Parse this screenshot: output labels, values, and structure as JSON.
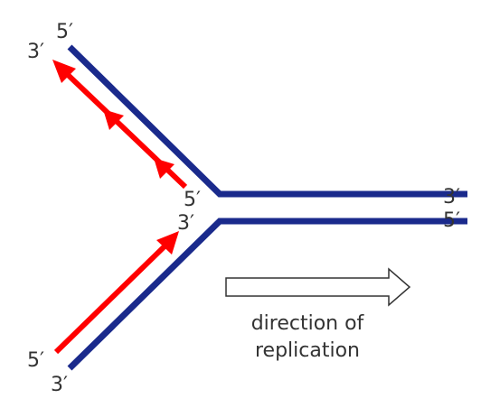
{
  "colors": {
    "template_strand": "#1a2a8c",
    "new_strand": "#ff0000",
    "text": "#333333",
    "arrow_outline": "#333333"
  },
  "labels": {
    "top_left_5": "5′",
    "top_left_3": "3′",
    "fork_inner_5": "5′",
    "fork_inner_3": "3′",
    "right_top_3": "3′",
    "right_bottom_5": "5′",
    "bottom_left_5": "5′",
    "bottom_left_3": "3′"
  },
  "caption": {
    "line1": "direction of",
    "line2": "replication"
  }
}
